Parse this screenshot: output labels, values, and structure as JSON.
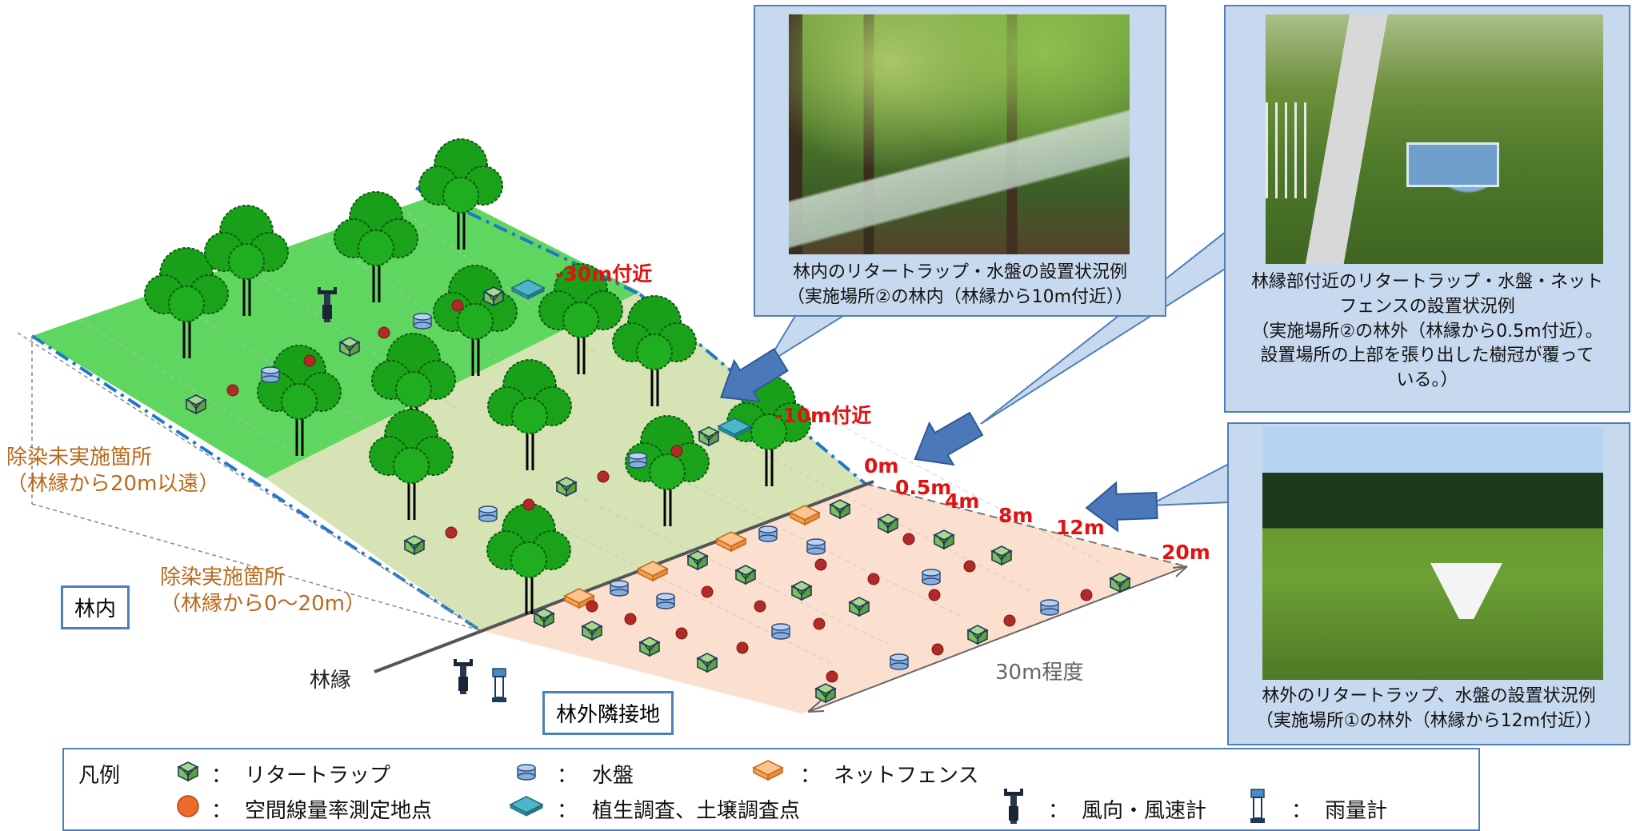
{
  "distances": {
    "m30": "-30m付近",
    "m10": "-10m付近",
    "d0": "0m",
    "d05": "0.5m",
    "d4": "4m",
    "d8": "8m",
    "d12": "12m",
    "d20": "20m"
  },
  "areas": {
    "undecon_line1": "除染未実施箇所",
    "undecon_line2": "（林縁から20m以遠）",
    "decon_line1": "除染実施箇所",
    "decon_line2": "（林縁から0～20m）",
    "forest_inside": "林内",
    "forest_edge": "林縁",
    "outside_adjacent": "林外隣接地",
    "width_note": "30m程度"
  },
  "callouts": {
    "c1_line1": "林内のリタートラップ・水盤の設置状況例",
    "c1_line2": "（実施場所②の林内（林縁から10m付近））",
    "c2_line1": "林縁部付近のリタートラップ・水盤・ネット",
    "c2_line2": "フェンスの設置状況例",
    "c2_line3": "（実施場所②の林外（林縁から0.5m付近）。",
    "c2_line4": "設置場所の上部を張り出した樹冠が覆って",
    "c2_line5": "いる。）",
    "c3_line1": "林外のリタートラップ、水盤の設置状況例",
    "c3_line2": "（実施場所①の林外（林縁から12m付近））"
  },
  "legend": {
    "title": "凡例",
    "sep": "：",
    "litter_trap": "リタートラップ",
    "water_pan": "水盤",
    "net_fence": "ネットフェンス",
    "dose_point": "空間線量率測定地点",
    "vegetation_point": "植生調査、土壌調査点",
    "anemometer": "風向・風速計",
    "rain_gauge": "雨量計"
  },
  "colors": {
    "undecon_zone": "#5fd65f",
    "decon_zone": "#d6e3b5",
    "outside_zone": "#fbe0cf",
    "distance_text": "#e11212",
    "area_text": "#b86a1c",
    "callout_fill": "#c7d9ee",
    "callout_border": "#4f7fb8",
    "dose_point": "#b02a2a",
    "tree": "#1a9a1a"
  },
  "icons": [
    "litter-trap-icon",
    "water-pan-icon",
    "net-fence-icon",
    "dose-point-icon",
    "vegetation-point-icon",
    "anemometer-icon",
    "rain-gauge-icon",
    "tree-icon",
    "arrow-icon"
  ]
}
